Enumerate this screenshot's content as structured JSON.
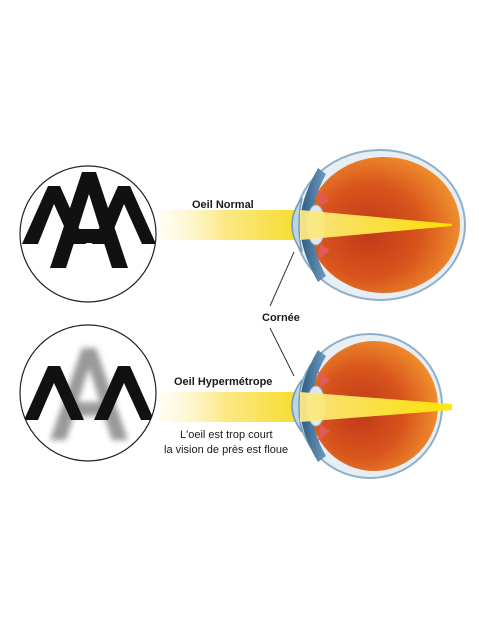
{
  "normal_eye": {
    "label": "Oeil Normal",
    "chart_letters": "AAA"
  },
  "hyperopic_eye": {
    "label": "Oeil Hypermétrope",
    "chart_letters": "AAA",
    "caption_line1": "L'oeil est trop court",
    "caption_line2": "la vision de près est floue"
  },
  "cornea_label": "Cornée",
  "colors": {
    "light_beam": "#f7e24a",
    "eye_inner": "#d8541c",
    "eye_outer": "#f2a43c",
    "sclera": "#3c6d95"
  }
}
